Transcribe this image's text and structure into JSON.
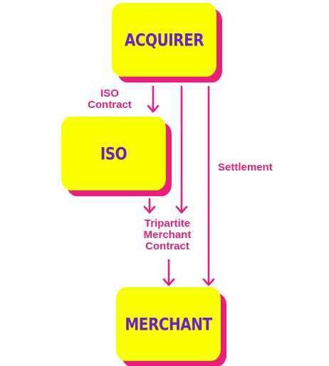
{
  "nodes": {
    "acquirer": "ACQUIRER",
    "iso": "ISO",
    "merchant": "MERCHANT"
  },
  "labels": {
    "iso_contract_line1": "ISO",
    "iso_contract_line2": "Contract",
    "settlement": "Settlement",
    "tripartite_line1": "Tripartite",
    "tripartite_line2": "Merchant",
    "tripartite_line3": "Contract"
  },
  "colors": {
    "box_fill": "#faff00",
    "box_shadow": "#ec1f7c",
    "box_text": "#6a1fd6",
    "arrow": "#e0217a",
    "label_text": "#e0217a"
  }
}
